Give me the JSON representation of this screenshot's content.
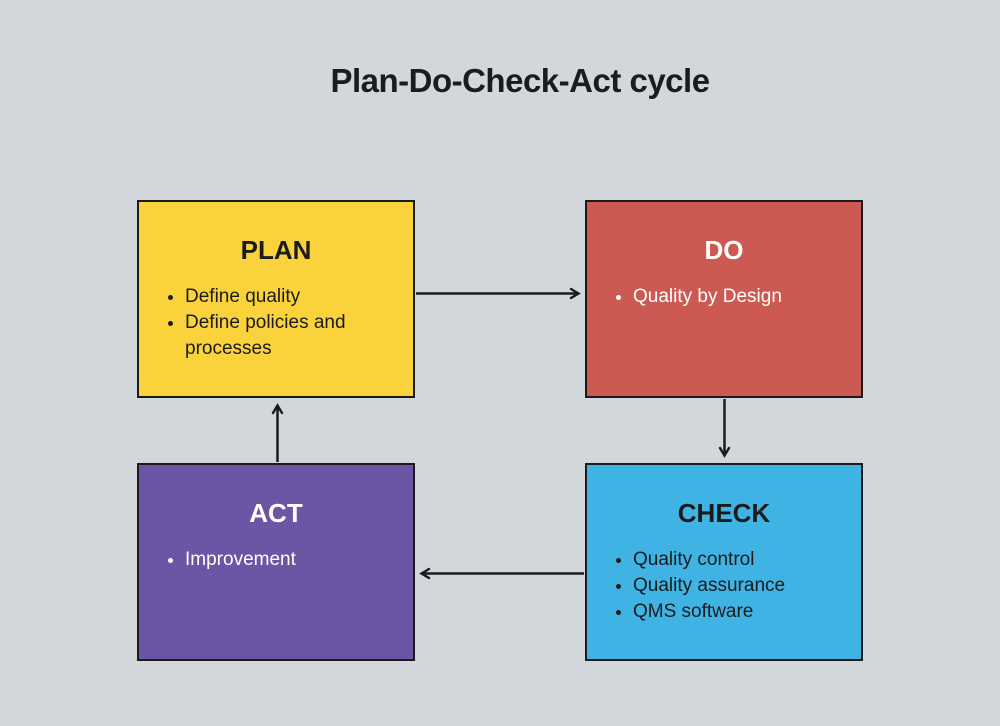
{
  "page": {
    "title": "Plan-Do-Check-Act cycle",
    "background_color": "#D3D7DB",
    "title_color": "#1C1C1C"
  },
  "boxes": {
    "plan": {
      "label": "PLAN",
      "bullets": [
        "Define quality",
        "Define policies and processes"
      ],
      "bg": "#FAD23C",
      "text_color": "#1B1B1B"
    },
    "do": {
      "label": "DO",
      "bullets": [
        "Quality by Design"
      ],
      "bg": "#CD5A52",
      "text_color": "#FFFFFF"
    },
    "check": {
      "label": "CHECK",
      "bullets": [
        "Quality control",
        "Quality assurance",
        "QMS software"
      ],
      "bg": "#3FB3E3",
      "text_color": "#1B1B1B"
    },
    "act": {
      "label": "ACT",
      "bullets": [
        "Improvement"
      ],
      "bg": "#6B55A4",
      "text_color": "#FFFFFF"
    }
  },
  "arrows": {
    "color": "#1B1B1B",
    "flow": [
      {
        "from": "PLAN",
        "to": "DO"
      },
      {
        "from": "DO",
        "to": "CHECK"
      },
      {
        "from": "CHECK",
        "to": "ACT"
      },
      {
        "from": "ACT",
        "to": "PLAN"
      }
    ]
  }
}
